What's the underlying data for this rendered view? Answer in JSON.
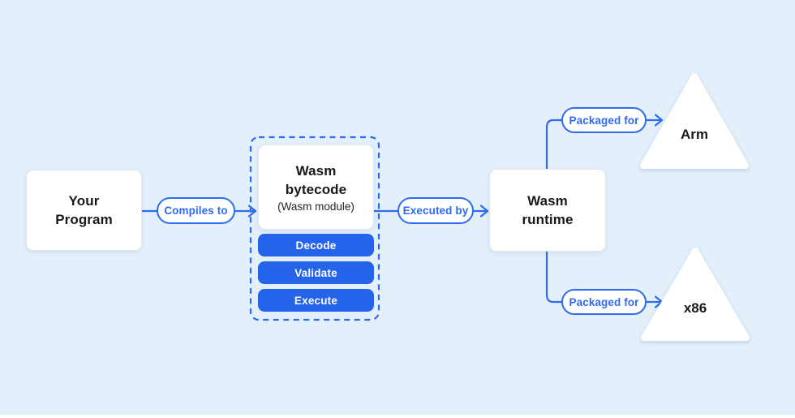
{
  "colors": {
    "background": "#e3f0fb",
    "accent_blue": "#2e6bf0",
    "button_blue": "#2563eb",
    "node_background": "#ffffff",
    "text_dark": "#17191d"
  },
  "nodes": {
    "your_program": {
      "label": "Your\nProgram"
    },
    "wasm_bytecode": {
      "title": "Wasm\nbytecode",
      "subtitle": "(Wasm module)",
      "steps": [
        {
          "label": "Decode"
        },
        {
          "label": "Validate"
        },
        {
          "label": "Execute"
        }
      ]
    },
    "wasm_runtime": {
      "label": "Wasm\nruntime"
    },
    "targets": [
      {
        "label": "Arm",
        "shape": "triangle"
      },
      {
        "label": "x86",
        "shape": "triangle"
      }
    ]
  },
  "edges": {
    "compiles_to": {
      "label": "Compiles to"
    },
    "executed_by": {
      "label": "Executed by"
    },
    "packaged_for_arm": {
      "label": "Packaged for"
    },
    "packaged_for_x86": {
      "label": "Packaged for"
    }
  }
}
